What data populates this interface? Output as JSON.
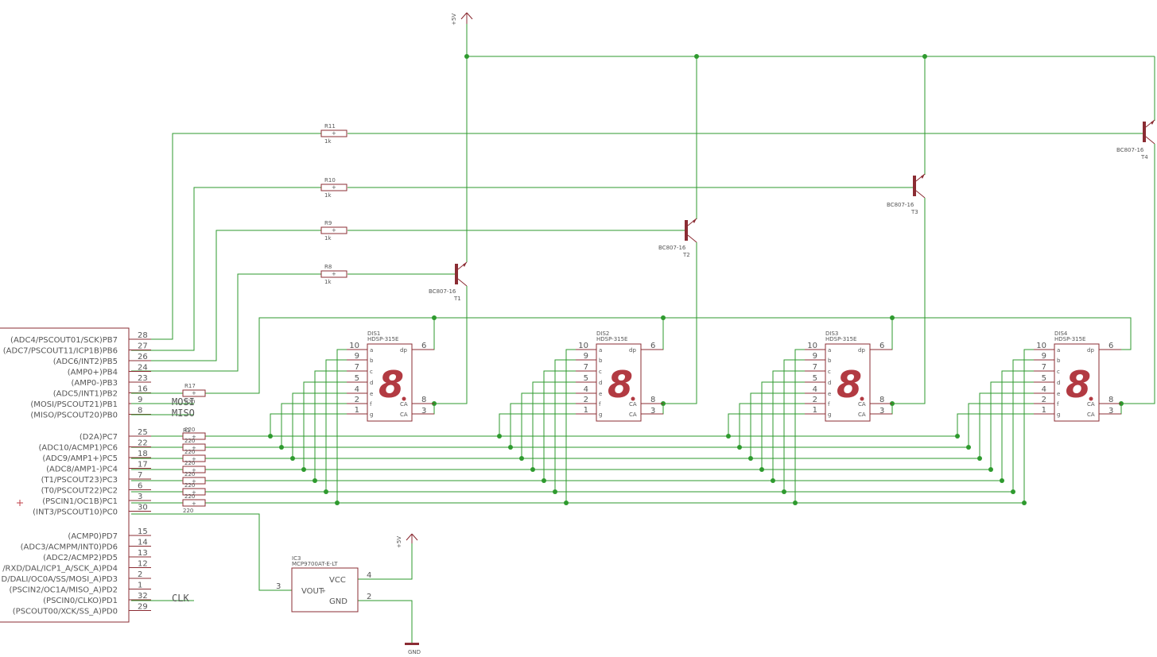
{
  "power_supply": {
    "label": "+5V"
  },
  "ground": {
    "label": "GND"
  },
  "transistors": [
    {
      "ref": "T1",
      "part": "BC807-16"
    },
    {
      "ref": "T2",
      "part": "BC807-16"
    },
    {
      "ref": "T3",
      "part": "BC807-16"
    },
    {
      "ref": "T4",
      "part": "BC807-16"
    }
  ],
  "base_resistors": [
    {
      "ref": "R11",
      "value": "1k"
    },
    {
      "ref": "R10",
      "value": "1k"
    },
    {
      "ref": "R9",
      "value": "1k"
    },
    {
      "ref": "R8",
      "value": "1k"
    }
  ],
  "displays": [
    {
      "ref": "DIS1",
      "part": "HDSP-315E",
      "digit": "8"
    },
    {
      "ref": "DIS2",
      "part": "HDSP-315E",
      "digit": "8"
    },
    {
      "ref": "DIS3",
      "part": "HDSP-315E",
      "digit": "8"
    },
    {
      "ref": "DIS4",
      "part": "HDSP-315E",
      "digit": "8"
    }
  ],
  "display_pins": {
    "left_pins": [
      "10",
      "9",
      "7",
      "5",
      "4",
      "2",
      "1"
    ],
    "seg_names": [
      "a",
      "b",
      "c",
      "d",
      "e",
      "f",
      "g"
    ],
    "dp_name": "dp",
    "dp_pin": "6",
    "ca_name": "CA",
    "ca_pins": [
      "8",
      "3"
    ]
  },
  "mcu": {
    "port_b": [
      {
        "name": "(ADC4/PSCOUT01/SCK)PB7",
        "pin": "28"
      },
      {
        "name": "(ADC7/PSCOUT11/ICP1B)PB6",
        "pin": "27"
      },
      {
        "name": "(ADC6/INT2)PB5",
        "pin": "26"
      },
      {
        "name": "(AMP0+)PB4",
        "pin": "24"
      },
      {
        "name": "(AMP0-)PB3",
        "pin": "23"
      },
      {
        "name": "(ADC5/INT1)PB2",
        "pin": "16"
      },
      {
        "name": "(MOSI/PSCOUT21)PB1",
        "pin": "9"
      },
      {
        "name": "(MISO/PSCOUT20)PB0",
        "pin": "8"
      }
    ],
    "port_c": [
      {
        "name": "(D2A)PC7",
        "pin": "25"
      },
      {
        "name": "(ADC10/ACMP1)PC6",
        "pin": "22"
      },
      {
        "name": "(ADC9/AMP1+)PC5",
        "pin": "18"
      },
      {
        "name": "(ADC8/AMP1-)PC4",
        "pin": "17"
      },
      {
        "name": "(T1/PSCOUT23)PC3",
        "pin": "7"
      },
      {
        "name": "(T0/PSCOUT22)PC2",
        "pin": "6"
      },
      {
        "name": "(PSCIN1/OC1B)PC1",
        "pin": "3"
      },
      {
        "name": "(INT3/PSCOUT10)PC0",
        "pin": "30"
      }
    ],
    "port_d": [
      {
        "name": "(ACMP0)PD7",
        "pin": "15"
      },
      {
        "name": "(ADC3/ACMPM/INT0)PD6",
        "pin": "14"
      },
      {
        "name": "(ADC2/ACMP2)PD5",
        "pin": "13"
      },
      {
        "name": "/RXD/DAL/ICP1_A/SCK_A)PD4",
        "pin": "12"
      },
      {
        "name": "D/DALI/OC0A/SS/MOSI_A)PD3",
        "pin": "2"
      },
      {
        "name": "(PSCIN2/OC1A/MISO_A)PD2",
        "pin": "1"
      },
      {
        "name": "(PSCIN0/CLKO)PD1",
        "pin": "32"
      },
      {
        "name": "(PSCOUT00/XCK/SS_A)PD0",
        "pin": "29"
      }
    ]
  },
  "net_labels": {
    "mosi": "MOSI",
    "miso": "MISO",
    "clk": "CLK"
  },
  "r17": {
    "ref": "R17",
    "value": "220"
  },
  "seg_resistors": {
    "ref_first": "R1",
    "value": "220"
  },
  "ic3": {
    "ref": "IC3",
    "part": "MCP9700AT-E-LT",
    "vout": "VOUT",
    "vcc": "VCC",
    "gnd": "GND",
    "pin_vout": "3",
    "pin_vcc": "4",
    "pin_gnd": "2"
  }
}
